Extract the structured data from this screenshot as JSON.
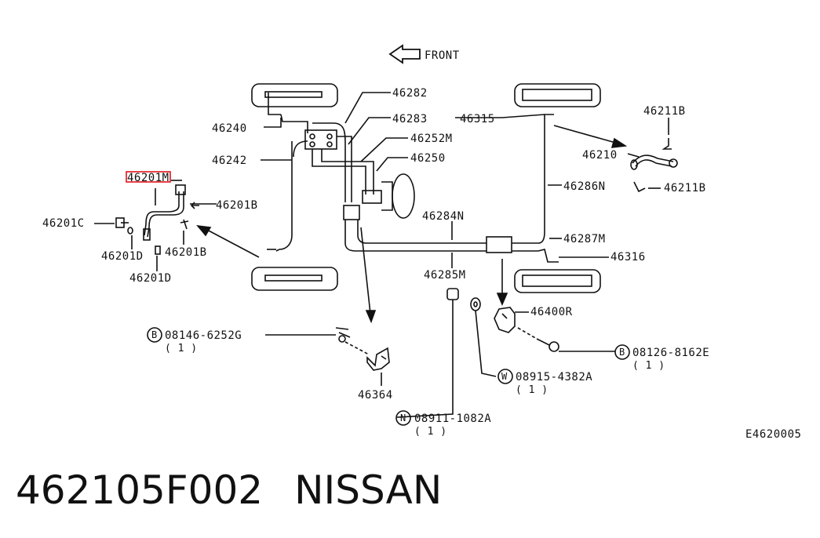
{
  "front_label": "FRONT",
  "labels": {
    "p46282": "46282",
    "p46283": "46283",
    "p46252M": "46252M",
    "p46250": "46250",
    "p46240": "46240",
    "p46242": "46242",
    "p46201M": "46201M",
    "p46201B_a": "46201B",
    "p46201C": "46201C",
    "p46201D_a": "46201D",
    "p46201B_b": "46201B",
    "p46201D_b": "46201D",
    "p46315": "46315",
    "p46211B_a": "46211B",
    "p46210": "46210",
    "p46286N": "46286N",
    "p46211B_b": "46211B",
    "p46284N": "46284N",
    "p46287M": "46287M",
    "p46316": "46316",
    "p46285M": "46285M",
    "p46400R": "46400R",
    "p46364": "46364",
    "diagram_code": "E4620005"
  },
  "callouts": {
    "bolt_b1": {
      "symbol": "B",
      "part": "08146-6252G",
      "qty": "( 1 )"
    },
    "bolt_b2": {
      "symbol": "B",
      "part": "08126-8162E",
      "qty": "( 1 )"
    },
    "washer_w": {
      "symbol": "W",
      "part": "08915-4382A",
      "qty": "( 1 )"
    },
    "nut_n": {
      "symbol": "N",
      "part": "08911-1082A",
      "qty": "( 1 )"
    }
  },
  "highlight": {
    "part": "46201M",
    "color": "#e0141e"
  },
  "caption": {
    "part_number": "462105F002",
    "brand": "NISSAN"
  }
}
